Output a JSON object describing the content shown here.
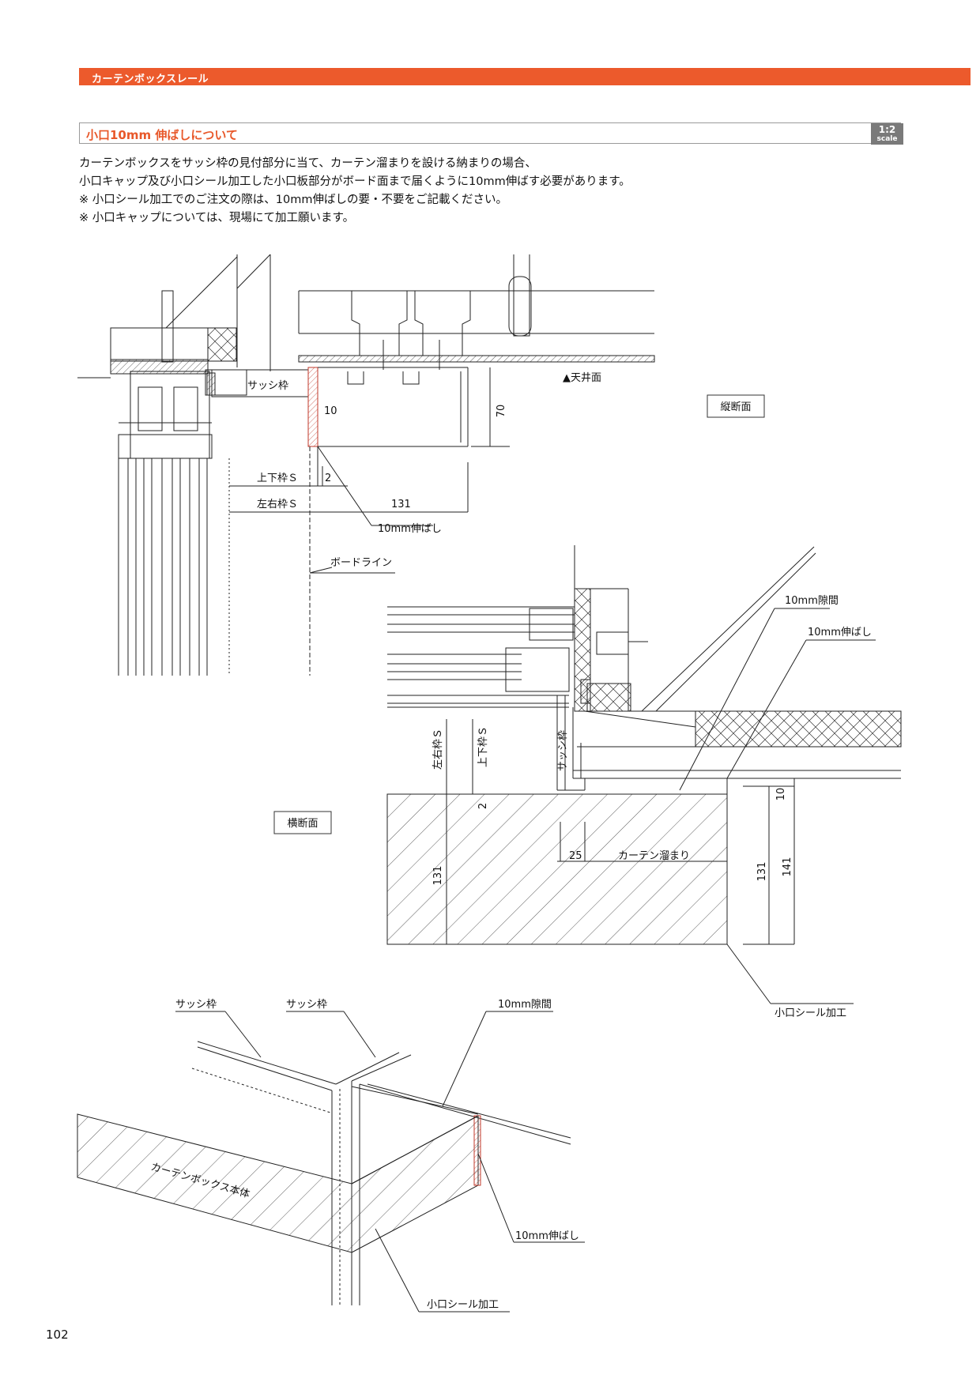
{
  "header": {
    "title": "カーテンボックスレール"
  },
  "section": {
    "title": "小口10mm 伸ばしについて",
    "scale_ratio": "1:2",
    "scale_label": "scale"
  },
  "body_text": [
    "カーテンボックスをサッシ枠の見付部分に当て、カーテン溜まりを設ける納まりの場合、",
    "小口キャップ及び小口シール加工した小口板部分がボード面まで届くように10mm伸ばす必要があります。",
    "※ 小口シール加工でのご注文の際は、10mm伸ばしの要・不要をご記載ください。",
    "※ 小口キャップについては、現場にて加工願います。"
  ],
  "vertical_section": {
    "label": "縦断面",
    "sash_frame": "サッシ枠",
    "ceiling": "▲天井面",
    "dim_70": "70",
    "dim_10": "10",
    "upper_lower_frame": "上下枠Ｓ",
    "dim_2": "2",
    "left_right_frame": "左右枠Ｓ",
    "dim_131": "131",
    "extension": "10mm伸ばし",
    "board_line": "ボードライン"
  },
  "horizontal_section": {
    "label": "横断面",
    "gap": "10mm隙間",
    "extension": "10mm伸ばし",
    "left_right_frame": "左右枠Ｓ",
    "upper_lower_frame": "上下枠Ｓ",
    "sash_frame": "サッシ枠",
    "dim_2": "2",
    "dim_10": "10",
    "dim_25": "25",
    "curtain_pool": "カーテン溜まり",
    "dim_131_left": "131",
    "dim_131_right": "131",
    "dim_141": "141",
    "edge_seal": "小口シール加工"
  },
  "perspective": {
    "sash_frame_1": "サッシ枠",
    "sash_frame_2": "サッシ枠",
    "gap": "10mm隙間",
    "body": "カーテンボックス本体",
    "extension": "10mm伸ばし",
    "edge_seal": "小口シール加工"
  },
  "page_number": "102"
}
